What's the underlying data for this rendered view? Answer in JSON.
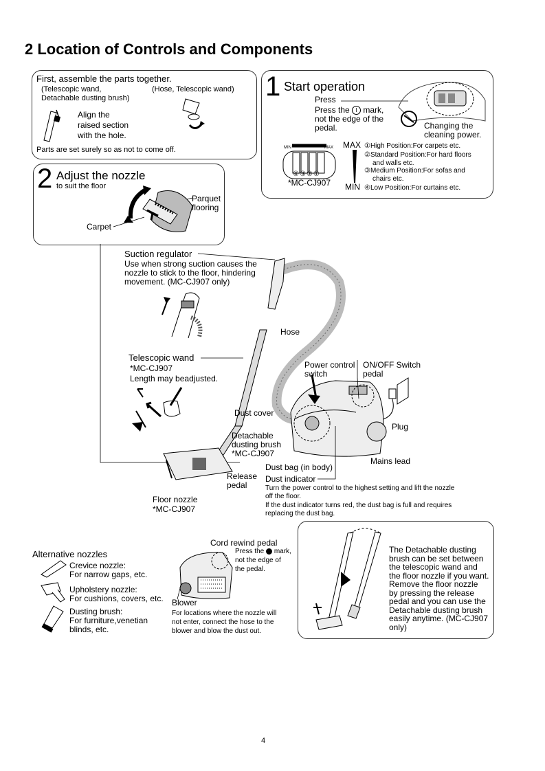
{
  "title": "2   Location of Controls and Components",
  "assemble": {
    "heading": "First, assemble the parts together.",
    "left_note_1": "(Telescopic wand,",
    "left_note_2": "Detachable dusting brush)",
    "right_note": "(Hose, Telescopic wand)",
    "align_1": "Align the",
    "align_2": "raised section",
    "align_3": "with the hole.",
    "footer": "Parts are set surely so as not to come off."
  },
  "start": {
    "number": "1",
    "heading": "Start operation",
    "press": "Press",
    "press_text_1a": "Press the",
    "press_text_1b": "mark,",
    "press_text_2": "not the edge of the",
    "press_text_3": "pedal.",
    "changing_1": "Changing the",
    "changing_2": "cleaning power.",
    "min_small": "MIN",
    "max_small": "MAX",
    "indicators": "④③②①",
    "model": "*MC-CJ907",
    "max_label": "MAX",
    "min_label": "MIN",
    "pos1": "①High Position:For carpets etc.",
    "pos2a": "②Standard Position:For hard floors",
    "pos2b": "and walls etc.",
    "pos3a": "③Medium Position:For sofas and",
    "pos3b": "chairs etc.",
    "pos4": "④Low Position:For curtains etc."
  },
  "adjust": {
    "number": "2",
    "heading": "Adjust the nozzle",
    "sub": "to suit the floor",
    "parquet_1": "Parquet",
    "parquet_2": "flooring",
    "carpet": "Carpet"
  },
  "main": {
    "suction_title": "Suction regulator",
    "suction_1": "Use when strong suction causes the",
    "suction_2": "nozzle to stick to the floor, hindering",
    "suction_3": "movement. (MC-CJ907 only)",
    "hose": "Hose",
    "tele_title": "Telescopic wand",
    "tele_model": "*MC-CJ907",
    "tele_desc": "Length may beadjusted.",
    "power_1": "Power control",
    "power_2": "switch",
    "onoff_1": "ON/OFF Switch",
    "onoff_2": "pedal",
    "dust_cover": "Dust cover",
    "plug": "Plug",
    "det_1": "Detachable",
    "det_2": "dusting brush",
    "det_model": "*MC-CJ907",
    "mains": "Mains lead",
    "dust_bag": "Dust bag (in body)",
    "release_1": "Release",
    "release_2": "pedal",
    "dust_ind": "Dust indicator",
    "dust_ind_1": "Turn the power control to the highest setting and lift the nozzle",
    "dust_ind_2": "off the floor.",
    "dust_ind_3": "If the dust indicator turns red, the dust bag is full and requires",
    "dust_ind_4": "replacing the dust bag.",
    "floor_nozzle": "Floor nozzle",
    "floor_model": "*MC-CJ907"
  },
  "alt": {
    "heading": "Alternative nozzles",
    "crevice_1": "Crevice nozzle:",
    "crevice_2": "For narrow gaps, etc.",
    "uph_1": "Upholstery nozzle:",
    "uph_2": "For cushions, covers, etc.",
    "dust_1": "Dusting brush:",
    "dust_2": "For furniture,venetian",
    "dust_3": "blinds, etc."
  },
  "cord": {
    "heading": "Cord rewind pedal",
    "press_1a": "Press the",
    "press_1b": "mark,",
    "press_2": "not the edge of",
    "press_3": "the pedal.",
    "blower": "Blower",
    "blower_1": "For locations where the nozzle will",
    "blower_2": "not enter, connect the hose to the",
    "blower_3": "blower and blow the dust out."
  },
  "brushbox": {
    "l1": "The Detachable dusting",
    "l2": "brush can be set between",
    "l3": "the telescopic wand and",
    "l4": "the floor nozzle if you want.",
    "l5": "Remove the floor nozzle",
    "l6": "by pressing the release",
    "l7": "pedal and you can use the",
    "l8": "Detachable dusting brush",
    "l9": "easily anytime. (MC-CJ907",
    "l10": "only)"
  },
  "page_number": "4"
}
